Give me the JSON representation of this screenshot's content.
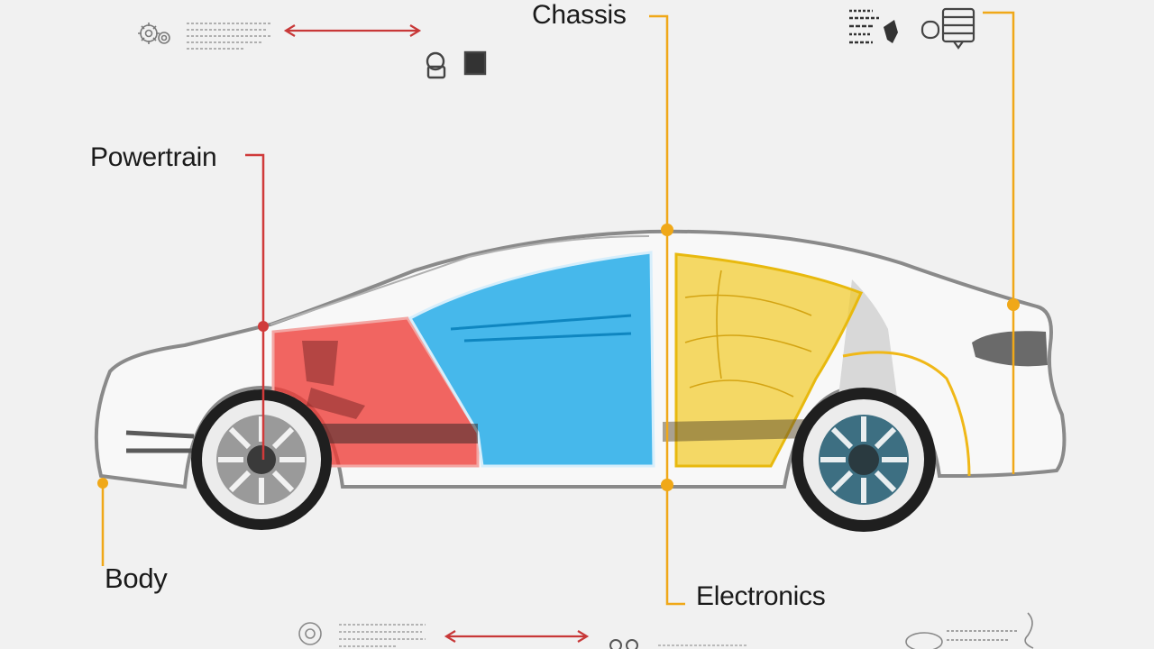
{
  "labels": {
    "powertrain": "Powertrain",
    "chassis": "Chassis",
    "body": "Body",
    "electronics": "Electronics"
  },
  "colors": {
    "background": "#f1f1f1",
    "car_outline": "#8a8a8a",
    "powertrain_zone": "#ee3b36",
    "cabin_zone": "#1fa9e8",
    "chassis_zone": "#f3cc2c",
    "red_leader": "#d03a3a",
    "orange_leader": "#f0a818"
  },
  "icons": [
    "gear-cluster-icon",
    "double-arrow-icon",
    "engine-part-icon",
    "text-block-icon",
    "piston-icon"
  ]
}
